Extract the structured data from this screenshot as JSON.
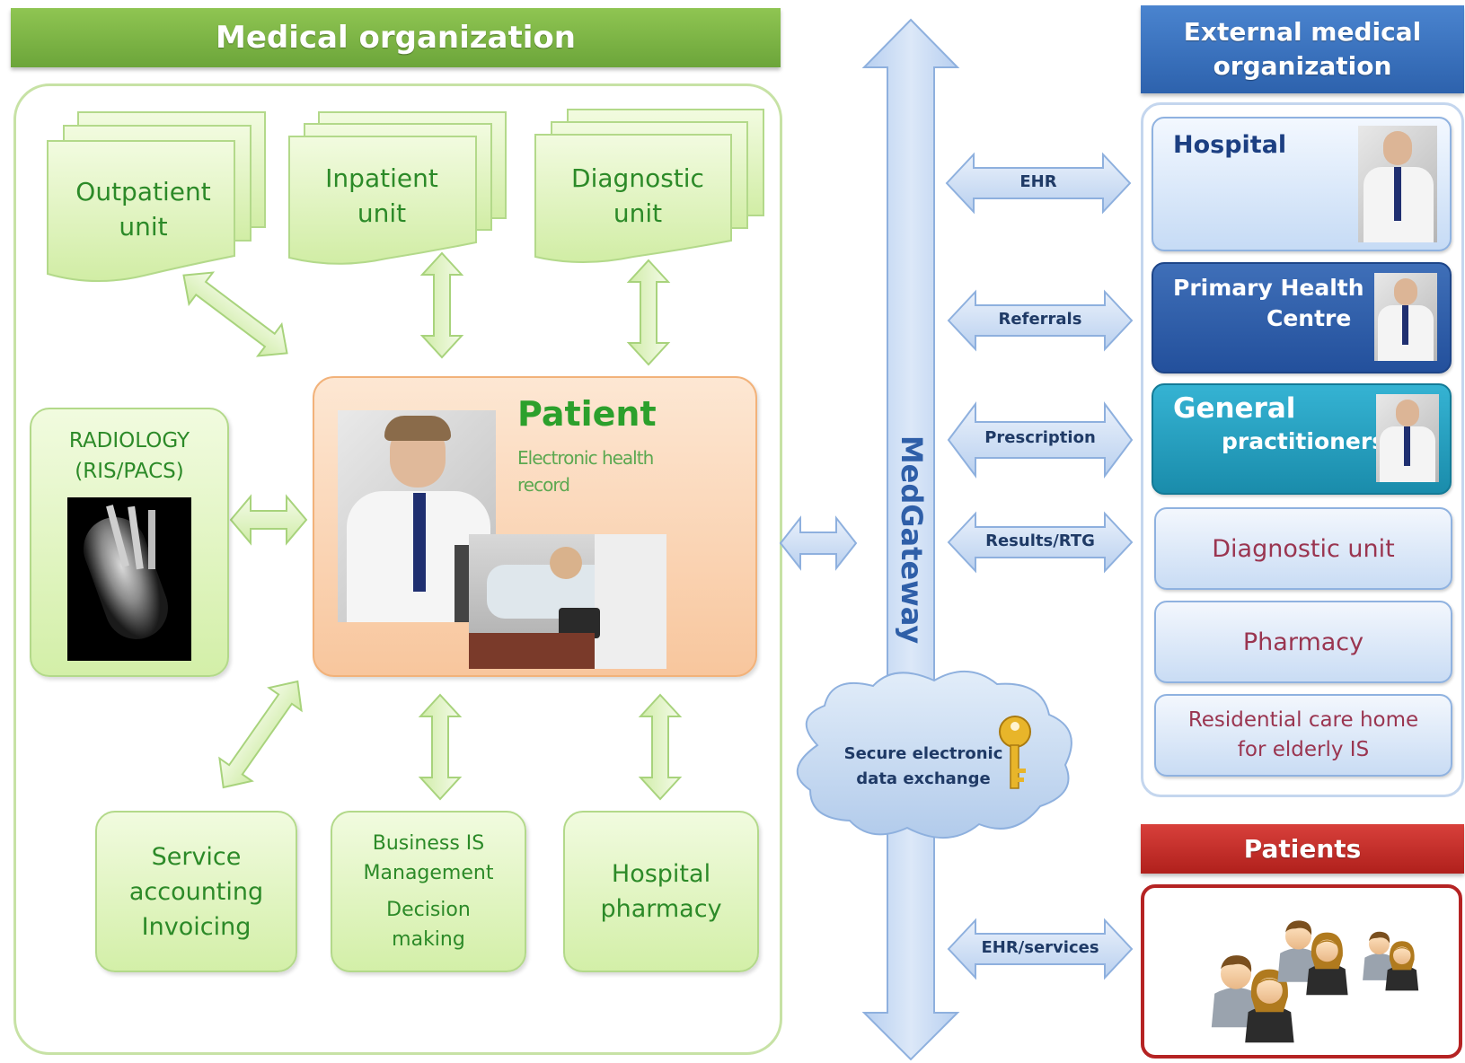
{
  "medical_org": {
    "title": "Medical organization",
    "units": [
      "Outpatient unit",
      "Inpatient unit",
      "Diagnostic unit"
    ],
    "radiology": {
      "line1": "RADIOLOGY",
      "line2": "(RIS/PACS)"
    },
    "patient": {
      "title": "Patient",
      "line1": "Electronic health",
      "line2": "record"
    },
    "service": {
      "line1": "Service",
      "line2": "accounting",
      "line3": "Invoicing"
    },
    "business": {
      "line1": "Business IS",
      "line2": "Management",
      "line3": "Decision",
      "line4": "making"
    },
    "pharmacy": {
      "line1": "Hospital",
      "line2": "pharmacy"
    }
  },
  "gateway": {
    "label": "MedGateway",
    "cloud_line1": "Secure electronic",
    "cloud_line2": "data exchange"
  },
  "exchange_labels": [
    "EHR",
    "Referrals",
    "Prescription",
    "Results/RTG",
    "EHR/services"
  ],
  "external": {
    "title_line1": "External medical",
    "title_line2": "organization",
    "hospital": "Hospital",
    "primary_line1": "Primary Health",
    "primary_line2": "Centre",
    "general_line1": "General",
    "general_line2": "practitioners",
    "diagnostic": "Diagnostic unit",
    "pharmacy": "Pharmacy",
    "care_line1": "Residential care home",
    "care_line2": "for elderly IS"
  },
  "patients": {
    "title": "Patients"
  },
  "colors": {
    "green": "#7ab648",
    "blue": "#3a73c2",
    "red": "#c22f2a",
    "gateway": "#c7daf4",
    "teal": "#1c97b8"
  }
}
